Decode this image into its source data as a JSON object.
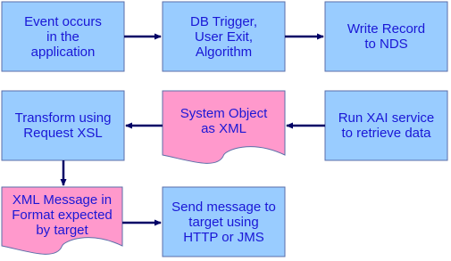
{
  "colors": {
    "process_fill": "#99ccff",
    "document_fill": "#ff99cc",
    "border": "#5a6ea8",
    "arrow": "#000066",
    "text": "#1a17d6"
  },
  "icons": {
    "arrow": "arrow-icon"
  },
  "nodes": {
    "event_occurs": {
      "shape": "process",
      "label": "Event occurs\nin the\napplication"
    },
    "db_trigger": {
      "shape": "process",
      "label": "DB Trigger,\nUser Exit,\nAlgorithm"
    },
    "write_record": {
      "shape": "process",
      "label": "Write Record\nto NDS"
    },
    "transform": {
      "shape": "process",
      "label": "Transform using\nRequest XSL"
    },
    "system_object": {
      "shape": "document",
      "label": "System Object\nas XML"
    },
    "run_xai": {
      "shape": "process",
      "label": "Run XAI service\nto retrieve data"
    },
    "xml_message": {
      "shape": "document",
      "label": "XML Message in\nFormat expected\nby target"
    },
    "send_message": {
      "shape": "process",
      "label": "Send message to\ntarget using\nHTTP or JMS"
    }
  },
  "edges": [
    {
      "from": "event_occurs",
      "to": "db_trigger"
    },
    {
      "from": "db_trigger",
      "to": "write_record"
    },
    {
      "from": "run_xai",
      "to": "system_object"
    },
    {
      "from": "system_object",
      "to": "transform"
    },
    {
      "from": "transform",
      "to": "xml_message"
    },
    {
      "from": "xml_message",
      "to": "send_message"
    }
  ]
}
